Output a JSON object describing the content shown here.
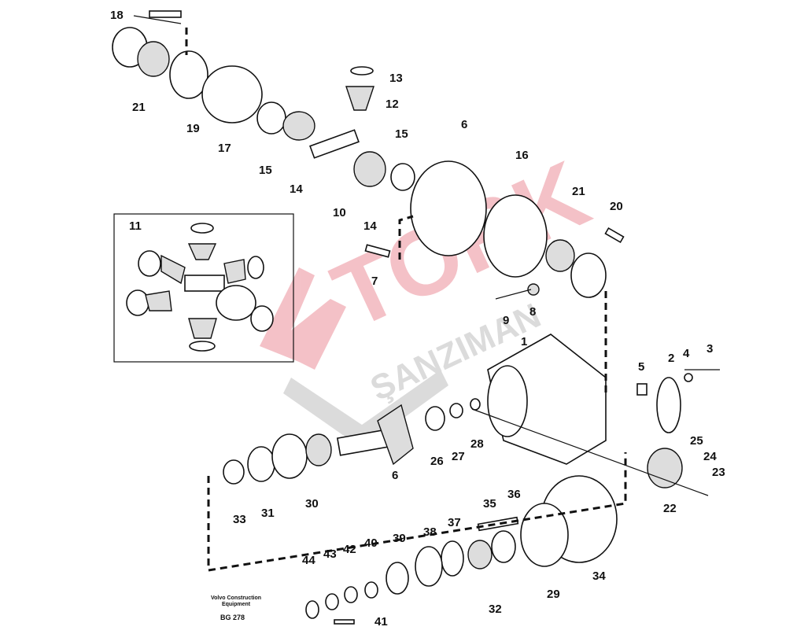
{
  "callouts": [
    "18",
    "13",
    "12",
    "21",
    "19",
    "17",
    "15",
    "14",
    "10",
    "14",
    "15",
    "6",
    "16",
    "21",
    "20",
    "11",
    "7",
    "9",
    "8",
    "1",
    "3",
    "4",
    "2",
    "5",
    "25",
    "24",
    "23",
    "22",
    "6",
    "26",
    "27",
    "28",
    "30",
    "33",
    "31",
    "35",
    "36",
    "37",
    "38",
    "39",
    "40",
    "42",
    "43",
    "44",
    "41",
    "32",
    "29",
    "34"
  ],
  "footer": {
    "publisher_line1": "Volvo Construction",
    "publisher_line2": "Equipment",
    "drawing_code": "BG 278"
  },
  "watermark": {
    "brand": "TORK",
    "subtitle": "ŞANZIMAN",
    "color": "#e05060"
  }
}
